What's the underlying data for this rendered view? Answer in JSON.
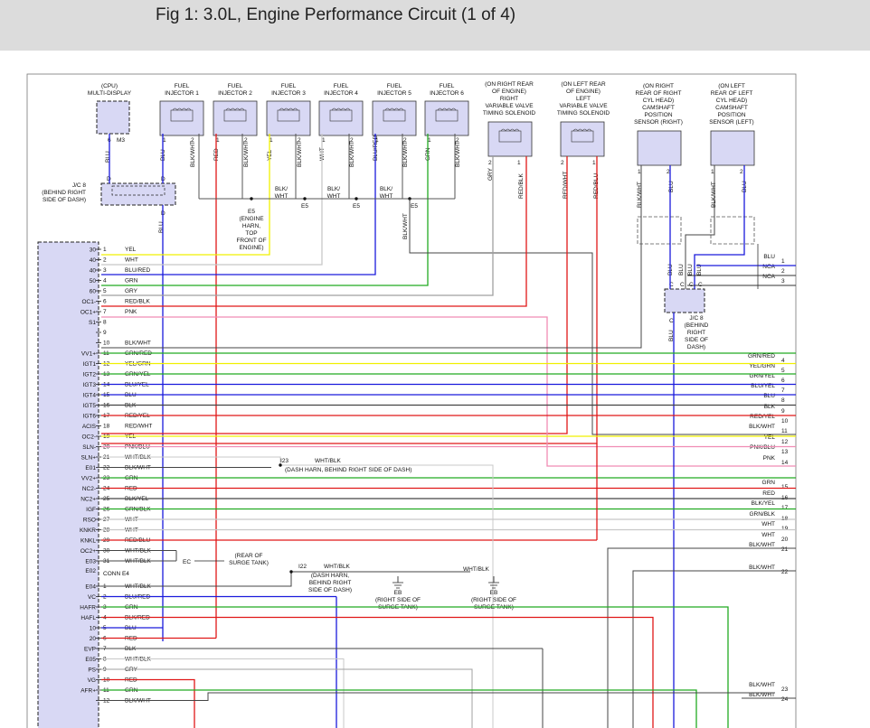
{
  "header": {
    "title": "Fig 1: 3.0L, Engine Performance Circuit (1 of 4)"
  },
  "components": {
    "cpu": [
      "(CPU)",
      "MULTI-DISPLAY"
    ],
    "injectors": [
      [
        "FUEL",
        "INJECTOR 1"
      ],
      [
        "FUEL",
        "INJECTOR 2"
      ],
      [
        "FUEL",
        "INJECTOR 3"
      ],
      [
        "FUEL",
        "INJECTOR 4"
      ],
      [
        "FUEL",
        "INJECTOR 5"
      ],
      [
        "FUEL",
        "INJECTOR 6"
      ]
    ],
    "vvt_right": [
      "(ON RIGHT REAR",
      "OF ENGINE)",
      "RIGHT",
      "VARIABLE VALVE",
      "TIMING SOLENOID"
    ],
    "vvt_left": [
      "(ON LEFT REAR",
      "OF ENGINE)",
      "LEFT",
      "VARIABLE VALVE",
      "TIMING SOLENOID"
    ],
    "cam_right": [
      "(ON RIGHT",
      "REAR OF RIGHT",
      "CYL HEAD)",
      "CAMSHAFT",
      "POSITION",
      "SENSOR (RIGHT)"
    ],
    "cam_left": [
      "(ON LEFT",
      "REAR OF LEFT",
      "CYL HEAD)",
      "CAMSHAFT",
      "POSITION",
      "SENSOR (LEFT)"
    ],
    "jc8_left": [
      "J/C 8",
      "(BEHIND RIGHT",
      "SIDE OF DASH)"
    ],
    "jc8_right": [
      "J/C 8",
      "(BEHIND",
      "RIGHT",
      "SIDE OF",
      "DASH)"
    ],
    "e5": [
      "E5",
      "(ENGINE",
      "HARN,",
      "TOP",
      "FRONT OF",
      "ENGINE)"
    ],
    "e5_labels": [
      "E5",
      "E5",
      "E5"
    ],
    "i23": "I23",
    "i23_wire": "WHT/BLK",
    "i23_desc": "(DASH HARN, BEHIND RIGHT SIDE OF DASH)",
    "i22": "I22",
    "i22_wire": "WHT/BLK",
    "i22_desc": [
      "(DASH HARN,",
      "BEHIND RIGHT",
      "SIDE OF DASH)"
    ],
    "ec": "EC",
    "ec_desc": [
      "(REAR OF",
      "SURGE TANK)"
    ],
    "eb1": [
      "EB",
      "(RIGHT SIDE OF",
      "SURGE TANK)"
    ],
    "eb2": [
      "EB",
      "(RIGHT SIDE OF",
      "SURGE TANK)"
    ],
    "eb_wire": "WHT/BLK",
    "conn_e4": "CONN E4",
    "cpu_pins": [
      "6",
      "M3"
    ]
  },
  "vertical_labels": {
    "cpu_wire": "BLU",
    "jc_wire": "BLU",
    "injector_wires": [
      "BLU",
      "BLK/WHT",
      "RED",
      "BLK/WHT",
      "YEL",
      "BLK/WHT",
      "WHT",
      "BLK/WHT",
      "BLU/RED",
      "BLK/WHT",
      "GRN",
      "BLK/WHT"
    ],
    "injector_pins": [
      "1",
      "2",
      "1",
      "2",
      "1",
      "2",
      "1",
      "2",
      "1",
      "2",
      "1",
      "2"
    ],
    "vvt_wires": [
      "GRY",
      "RED/BLK",
      "RED/WHT",
      "RED/BLU"
    ],
    "vvt_pins": [
      "2",
      "1",
      "2",
      "1"
    ],
    "cam_wires": [
      "BLK/WHT",
      "BLU",
      "BLK/WHT",
      "BLU"
    ],
    "cam_pins": [
      "1",
      "2",
      "1",
      "2"
    ],
    "e5_down": "BLK/WHT",
    "jc_right_wires": [
      "BLU",
      "BLU",
      "BLU",
      "BLU"
    ],
    "jc_right_pins": [
      "C",
      "C",
      "C",
      "C"
    ]
  },
  "inj_common": [
    "BLK/",
    "WHT",
    "BLK/",
    "WHT",
    "BLK/",
    "WHT"
  ],
  "ecm_rows_a": [
    {
      "pin": "1",
      "left": "30",
      "wire": "YEL"
    },
    {
      "pin": "2",
      "left": "40",
      "wire": "WHT"
    },
    {
      "pin": "3",
      "left": "40",
      "wire": "BLU/RED"
    },
    {
      "pin": "4",
      "left": "50",
      "wire": "GRN"
    },
    {
      "pin": "5",
      "left": "60",
      "wire": "GRY"
    },
    {
      "pin": "6",
      "left": "OC1-",
      "wire": "RED/BLK"
    },
    {
      "pin": "7",
      "left": "OC1+",
      "wire": "PNK"
    },
    {
      "pin": "8",
      "left": "S1",
      "wire": ""
    },
    {
      "pin": "9",
      "left": "",
      "wire": ""
    },
    {
      "pin": "10",
      "left": "",
      "wire": "BLK/WHT"
    },
    {
      "pin": "11",
      "left": "VV1+",
      "wire": "GRN/RED"
    },
    {
      "pin": "12",
      "left": "IGT1",
      "wire": "YEL/GRN"
    },
    {
      "pin": "13",
      "left": "IGT2",
      "wire": "GRN/YEL"
    },
    {
      "pin": "14",
      "left": "IGT3",
      "wire": "BLU/YEL"
    },
    {
      "pin": "15",
      "left": "IGT4",
      "wire": "BLU"
    },
    {
      "pin": "16",
      "left": "IGT5",
      "wire": "BLK"
    },
    {
      "pin": "17",
      "left": "IGT6",
      "wire": "RED/YEL"
    },
    {
      "pin": "18",
      "left": "ACIS",
      "wire": "RED/WHT"
    },
    {
      "pin": "19",
      "left": "OC2-",
      "wire": "YEL"
    },
    {
      "pin": "20",
      "left": "SLN-",
      "wire": "PNK/BLU"
    },
    {
      "pin": "21",
      "left": "SLN+",
      "wire": "WHT/BLK"
    },
    {
      "pin": "22",
      "left": "E01",
      "wire": "BLK/WHT"
    },
    {
      "pin": "23",
      "left": "VV2+",
      "wire": "GRN"
    },
    {
      "pin": "24",
      "left": "NC2-",
      "wire": "RED"
    },
    {
      "pin": "25",
      "left": "NC2+",
      "wire": "BLK/YEL"
    },
    {
      "pin": "26",
      "left": "IGF",
      "wire": "GRN/BLK"
    },
    {
      "pin": "27",
      "left": "RSO",
      "wire": "WHT"
    },
    {
      "pin": "28",
      "left": "KNKR",
      "wire": "WHT"
    },
    {
      "pin": "29",
      "left": "KNKL",
      "wire": "RED/BLU"
    },
    {
      "pin": "30",
      "left": "OC2+",
      "wire": "WHT/BLK"
    },
    {
      "pin": "31",
      "left": "E03",
      "wire": "WHT/BLK"
    }
  ],
  "ecm_rows_b": [
    {
      "pin": "1",
      "left": "E04",
      "wire": "WHT/BLK"
    },
    {
      "pin": "2",
      "left": "VC",
      "wire": "BLU/RED"
    },
    {
      "pin": "3",
      "left": "HAFR",
      "wire": "GRN"
    },
    {
      "pin": "4",
      "left": "HAFL",
      "wire": "BLK/RED"
    },
    {
      "pin": "5",
      "left": "10",
      "wire": "BLU"
    },
    {
      "pin": "6",
      "left": "20",
      "wire": "RED"
    },
    {
      "pin": "7",
      "left": "EVP",
      "wire": "BLK"
    },
    {
      "pin": "8",
      "left": "E05",
      "wire": "WHT/BLK"
    },
    {
      "pin": "9",
      "left": "PS",
      "wire": "GRY"
    },
    {
      "pin": "10",
      "left": "VG",
      "wire": "RED"
    },
    {
      "pin": "11",
      "left": "AFR+",
      "wire": "GRN"
    },
    {
      "pin": "12",
      "left": "",
      "wire": "BLK/WHT"
    }
  ],
  "ecm_extra_left": "E02",
  "right_rows": [
    {
      "wire": "BLU",
      "num": "1"
    },
    {
      "wire": "NCA",
      "num": "2"
    },
    {
      "wire": "NCA",
      "num": "3"
    },
    {
      "wire": "GRN/RED",
      "num": "4"
    },
    {
      "wire": "YEL/GRN",
      "num": "5"
    },
    {
      "wire": "GRN/YEL",
      "num": "6"
    },
    {
      "wire": "BLU/YEL",
      "num": "7"
    },
    {
      "wire": "BLU",
      "num": "8"
    },
    {
      "wire": "BLK",
      "num": "9"
    },
    {
      "wire": "RED/YEL",
      "num": "10"
    },
    {
      "wire": "BLK/WHT",
      "num": "11"
    },
    {
      "wire": "YEL",
      "num": "12"
    },
    {
      "wire": "PNK/BLU",
      "num": "13"
    },
    {
      "wire": "PNK",
      "num": "14"
    },
    {
      "wire": "GRN",
      "num": "15"
    },
    {
      "wire": "RED",
      "num": "16"
    },
    {
      "wire": "BLK/YEL",
      "num": "17"
    },
    {
      "wire": "GRN/BLK",
      "num": "18"
    },
    {
      "wire": "WHT",
      "num": "19"
    },
    {
      "wire": "WHT",
      "num": "20"
    },
    {
      "wire": "BLK/WHT",
      "num": "21"
    },
    {
      "wire": "BLK/WHT",
      "num": "22"
    },
    {
      "wire": "BLK/WHT",
      "num": "23"
    },
    {
      "wire": "BLK/WHT",
      "num": "24"
    }
  ],
  "colors": {
    "blu": "#1a1adc",
    "red": "#e01818",
    "yel": "#f0f000",
    "grn": "#22aa22",
    "gry": "#a0a0a0",
    "pnk": "#f08cb4",
    "wht": "#c8c8c8",
    "blk": "#444444",
    "panel": "#d8d8f4"
  }
}
